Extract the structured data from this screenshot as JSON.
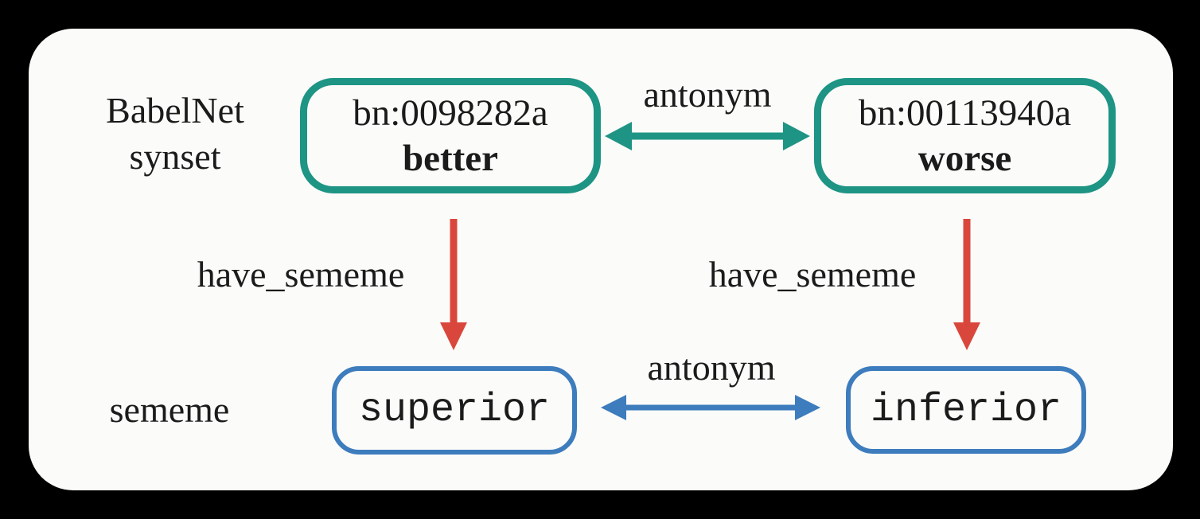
{
  "colors": {
    "page_bg": "#000000",
    "card_bg": "#fbfbf9",
    "text": "#1b1b1b",
    "synset_green": "#1e9484",
    "sememe_blue": "#3d7cbd",
    "arrow_red": "#d9473c"
  },
  "rows": {
    "synset_label_line1": "BabelNet",
    "synset_label_line2": "synset",
    "sememe_label": "sememe"
  },
  "synset_nodes": {
    "left": {
      "id": "bn:0098282a",
      "lemma": "better"
    },
    "right": {
      "id": "bn:00113940a",
      "lemma": "worse"
    }
  },
  "sememe_nodes": {
    "left": {
      "label": "superior"
    },
    "right": {
      "label": "inferior"
    }
  },
  "relations": {
    "synset_antonym_label": "antonym",
    "sememe_antonym_label": "antonym",
    "have_sememe_left_label": "have_sememe",
    "have_sememe_right_label": "have_sememe"
  }
}
